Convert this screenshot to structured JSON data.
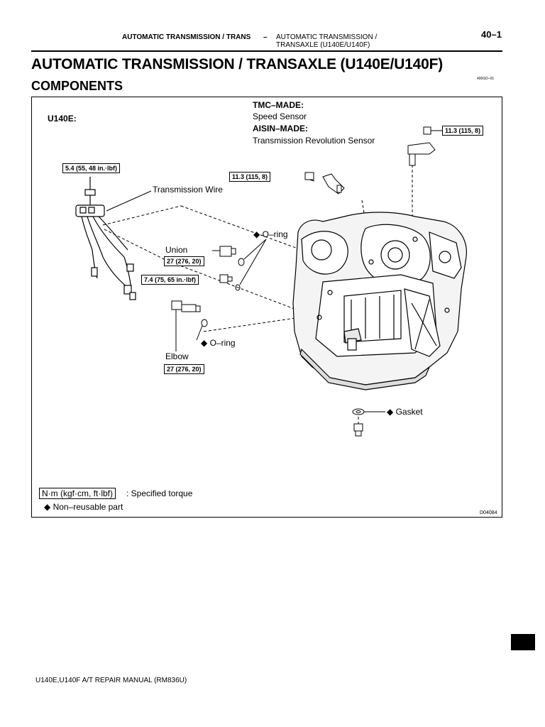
{
  "header": {
    "section": "AUTOMATIC TRANSMISSION / TRANS",
    "dash": "–",
    "subsection_line1": "AUTOMATIC TRANSMISSION /",
    "subsection_line2": "TRANSAXLE (U140E/U140F)",
    "page_number": "40–1"
  },
  "title": "AUTOMATIC TRANSMISSION / TRANSAXLE (U140E/U140F)",
  "subtitle": "COMPONENTS",
  "ref_code": "400GD–01",
  "figure": {
    "model_label": "U140E:",
    "tmc_made_label": "TMC–MADE:",
    "speed_sensor": "Speed Sensor",
    "aisin_made_label": "AISIN–MADE:",
    "revolution_sensor": "Transmission Revolution Sensor",
    "transmission_wire": "Transmission Wire",
    "oring_top": "◆ O–ring",
    "union": "Union",
    "oring_bottom": "◆ O–ring",
    "elbow": "Elbow",
    "gasket": "◆ Gasket",
    "torques": {
      "revolution_sensor_bolt": "11.3 (115, 8)",
      "speed_sensor_bolt": "11.3 (115, 8)",
      "wire_bolt": "5.4 (55, 48 in.·lbf)",
      "union": "27 (276, 20)",
      "plug": "7.4 (75, 65 in.·lbf)",
      "elbow": "27 (276, 20)"
    },
    "legend": {
      "torque_unit": "N·m (kgf·cm, ft·lbf)",
      "torque_desc": ": Specified torque",
      "non_reusable": "◆ Non–reusable part"
    },
    "figure_code": "D04084"
  },
  "footer": "U140E,U140F A/T REPAIR MANUAL   (RM836U)"
}
